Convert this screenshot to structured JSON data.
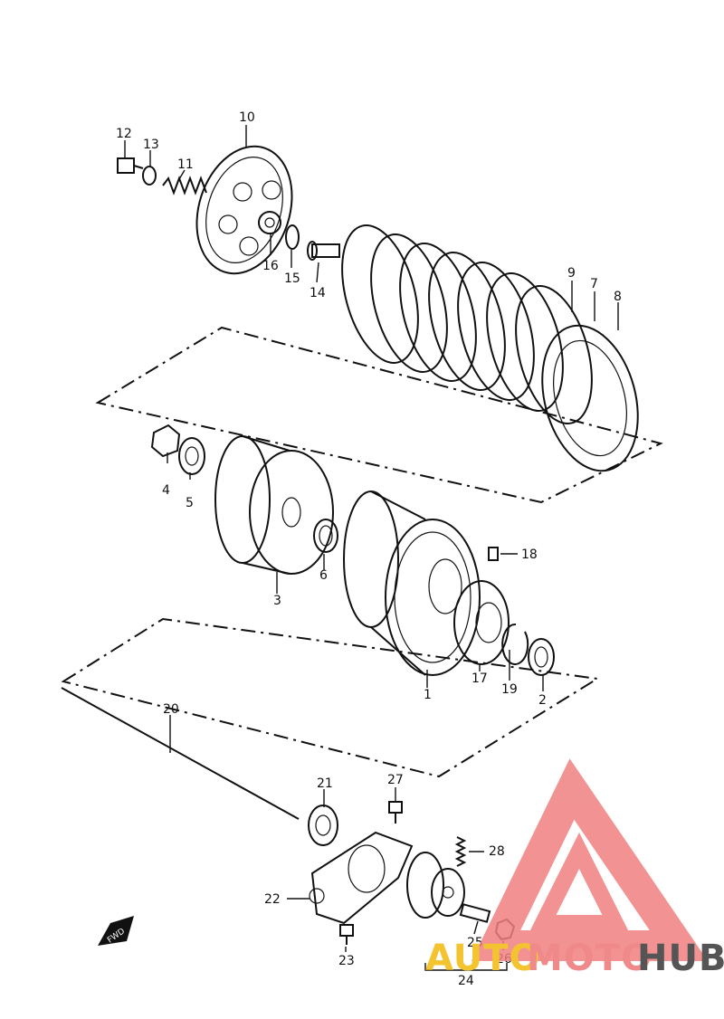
{
  "labels": {
    "p1": "1",
    "p2": "2",
    "p3": "3",
    "p4": "4",
    "p5": "5",
    "p6": "6",
    "p7": "7",
    "p8": "8",
    "p9": "9",
    "p10": "10",
    "p11": "11",
    "p12": "12",
    "p13": "13",
    "p14": "14",
    "p15": "15",
    "p16": "16",
    "p17": "17",
    "p18": "18",
    "p19": "19",
    "p20": "20",
    "p21": "21",
    "p22": "22",
    "p23": "23",
    "p24": "24",
    "p25": "25",
    "p26": "26",
    "p27": "27",
    "p28": "28"
  },
  "fwd_marker": "FWD",
  "watermark": {
    "part1": "AUTO",
    "part2": "MOTO",
    "part3": "HUB",
    "color1": "#f4c430",
    "color2": "#f08a8a",
    "color3": "#555555",
    "logo_color": "#f08080"
  }
}
